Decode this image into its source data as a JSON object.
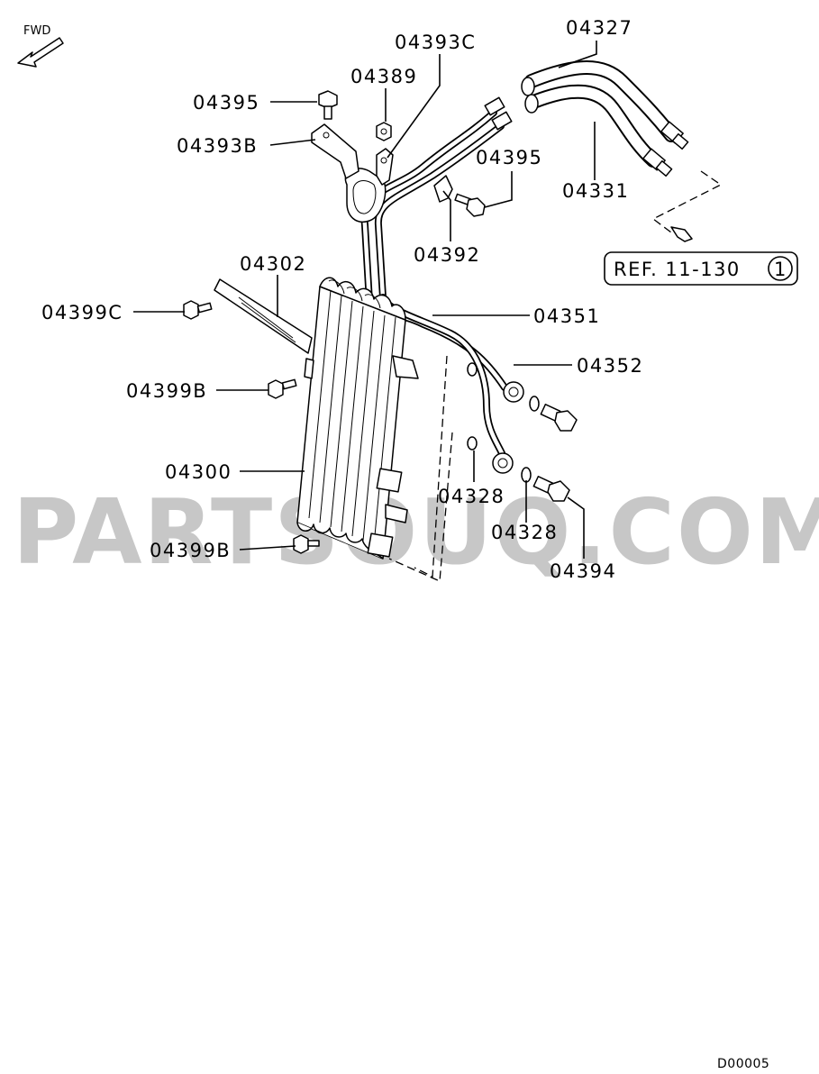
{
  "diagram": {
    "fwd_label": "FWD",
    "ref_label": "REF. 11-130",
    "ref_circle": "1",
    "watermark": "PARTSOUQ.COM",
    "code": "D00005",
    "labels": {
      "p04327": "04327",
      "p04393C": "04393C",
      "p04389": "04389",
      "p04395_top": "04395",
      "p04393B": "04393B",
      "p04395_right": "04395",
      "p04331": "04331",
      "p04392": "04392",
      "p04302": "04302",
      "p04399C": "04399C",
      "p04351": "04351",
      "p04352": "04352",
      "p04399B_top": "04399B",
      "p04300": "04300",
      "p04328_a": "04328",
      "p04328_b": "04328",
      "p04399B_bottom": "04399B",
      "p04394": "04394"
    }
  }
}
